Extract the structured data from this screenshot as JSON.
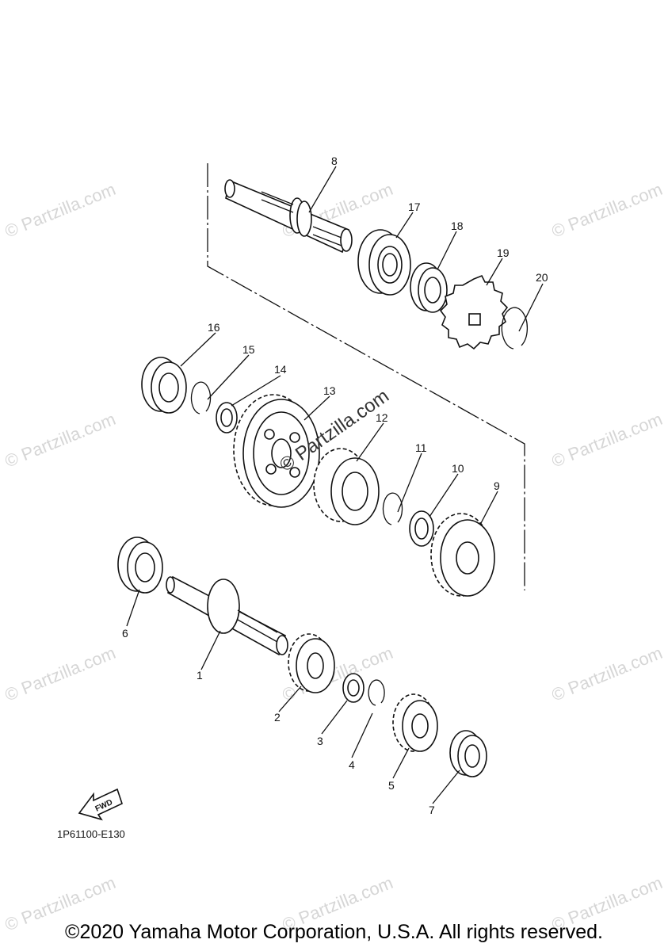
{
  "watermark": "© Partzilla.com",
  "center_watermark": "© Partzilla.com",
  "diagram_code": "1P61100-E130",
  "fwd_label": "FWD",
  "copyright": "©2020 Yamaha Motor Corporation, U.S.A. All rights reserved.",
  "callouts": [
    "1",
    "2",
    "3",
    "4",
    "5",
    "6",
    "7",
    "8",
    "9",
    "10",
    "11",
    "12",
    "13",
    "14",
    "15",
    "16",
    "17",
    "18",
    "19",
    "20"
  ]
}
